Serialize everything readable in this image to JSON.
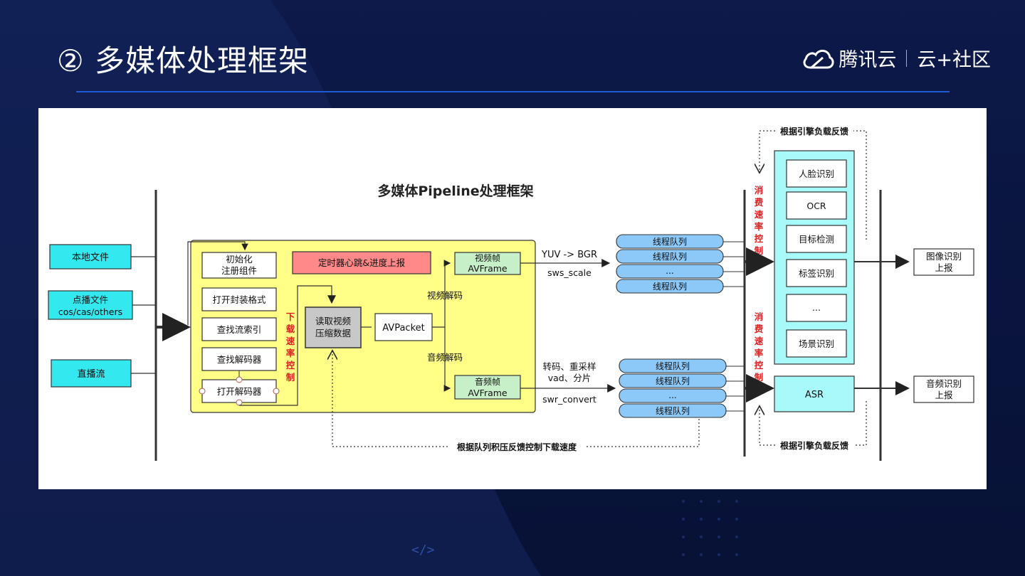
{
  "title": "② 多媒体处理框架",
  "brand": {
    "name": "腾讯云",
    "community": "云+社区"
  },
  "code_tag": "</>",
  "diagram": {
    "heading": "多媒体Pipeline处理框架",
    "sources": [
      "本地文件",
      "点播文件",
      "cos/cas/others",
      "直播流"
    ],
    "steps": [
      "初始化",
      "注册组件",
      "打开封装格式",
      "查找流索引",
      "查找解码器",
      "打开解码器"
    ],
    "download_rate_chars": [
      "下",
      "载",
      "速",
      "率",
      "控",
      "制"
    ],
    "timer_box": "定时器心跳&进度上报",
    "read_box": [
      "读取视频",
      "压缩数据"
    ],
    "avpacket": "AVPacket",
    "video_decode": "视频解码",
    "audio_decode": "音频解码",
    "video_frame": [
      "视频帧",
      "AVFrame"
    ],
    "audio_frame": [
      "音频帧",
      "AVFrame"
    ],
    "video_conv": [
      "YUV -> BGR",
      "sws_scale"
    ],
    "audio_conv": [
      "转码、重采样",
      "vad、分片",
      "swr_convert"
    ],
    "queue_label": "线程队列",
    "ellipsis": "...",
    "consume_rate_chars": [
      "消",
      "费",
      "速",
      "率",
      "控",
      "制"
    ],
    "engines": [
      "人脸识别",
      "OCR",
      "目标检测",
      "标签识别",
      "...",
      "场景识别"
    ],
    "asr": "ASR",
    "image_report": [
      "图像识别",
      "上报"
    ],
    "audio_report": [
      "音频识别",
      "上报"
    ],
    "engine_feedback": "根据引擎负载反馈",
    "queue_feedback": "根据队列积压反馈控制下载速度"
  }
}
